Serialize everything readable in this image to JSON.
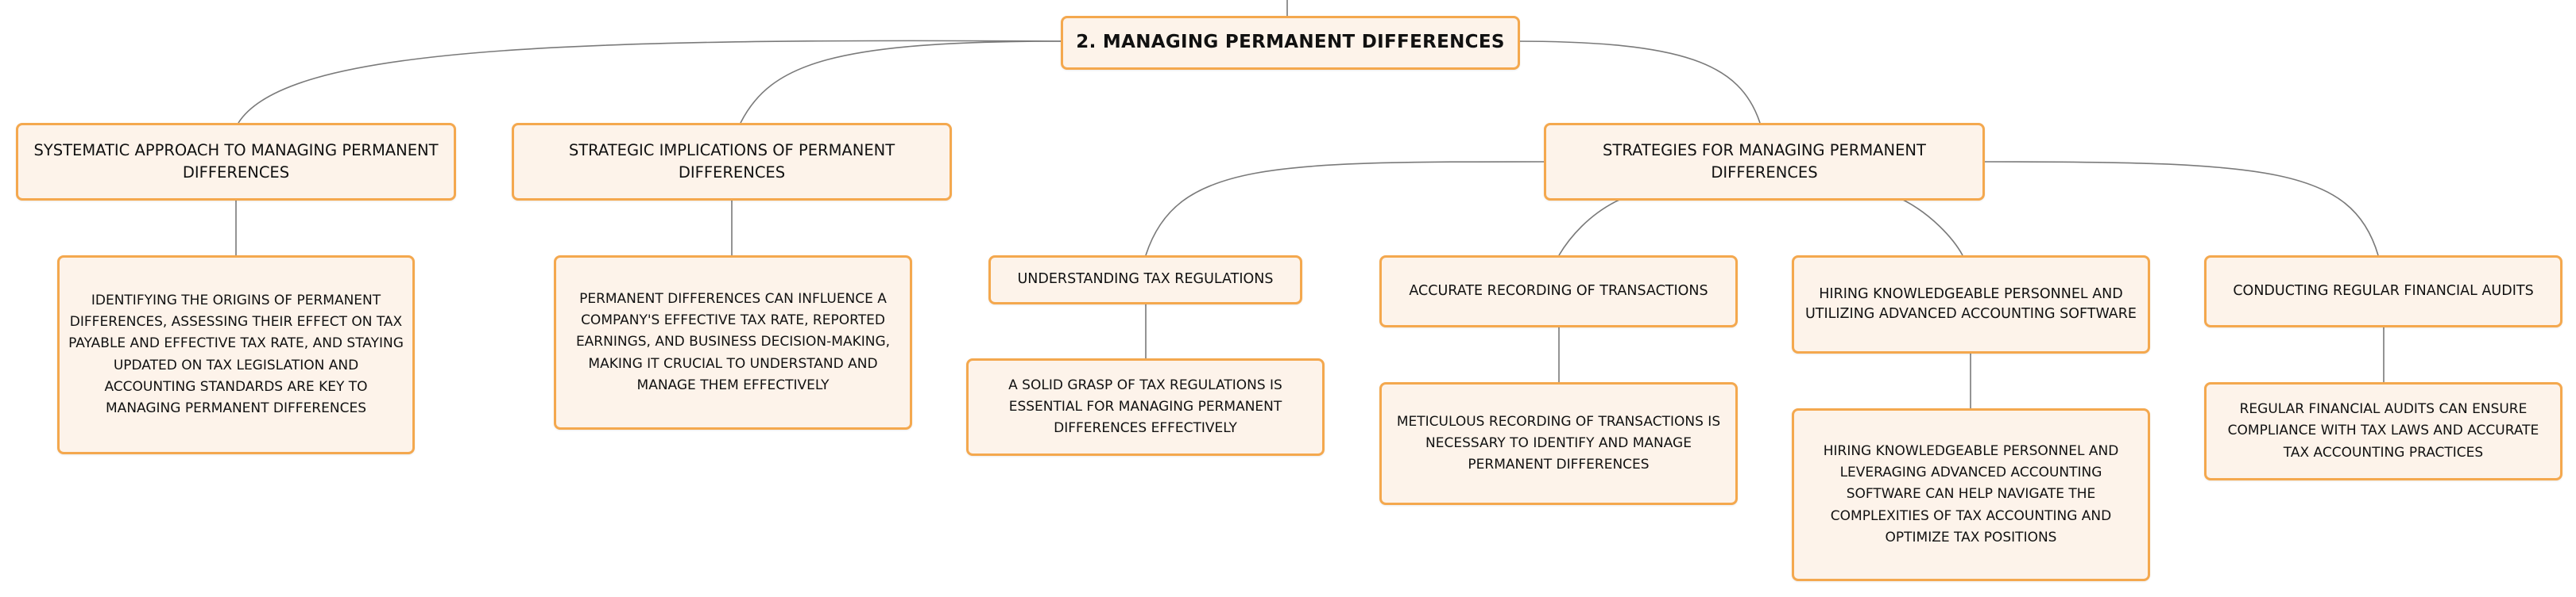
{
  "diagram": {
    "root": {
      "label": "2. MANAGING PERMANENT DIFFERENCES"
    },
    "topics": [
      {
        "label": "SYSTEMATIC APPROACH TO MANAGING PERMANENT DIFFERENCES",
        "detail": "IDENTIFYING THE ORIGINS OF PERMANENT DIFFERENCES, ASSESSING THEIR EFFECT ON TAX PAYABLE AND EFFECTIVE TAX RATE, AND STAYING UPDATED ON TAX LEGISLATION AND ACCOUNTING STANDARDS ARE KEY TO MANAGING PERMANENT DIFFERENCES"
      },
      {
        "label": "STRATEGIC IMPLICATIONS OF PERMANENT DIFFERENCES",
        "detail": "PERMANENT DIFFERENCES CAN INFLUENCE A COMPANY'S EFFECTIVE TAX RATE, REPORTED EARNINGS, AND BUSINESS DECISION-MAKING, MAKING IT CRUCIAL TO UNDERSTAND AND MANAGE THEM EFFECTIVELY"
      },
      {
        "label": "STRATEGIES FOR MANAGING PERMANENT DIFFERENCES",
        "children": [
          {
            "label": "UNDERSTANDING TAX REGULATIONS",
            "detail": "A SOLID GRASP OF TAX REGULATIONS IS ESSENTIAL FOR MANAGING PERMANENT DIFFERENCES EFFECTIVELY"
          },
          {
            "label": "ACCURATE RECORDING OF TRANSACTIONS",
            "detail": "METICULOUS RECORDING OF TRANSACTIONS IS NECESSARY TO IDENTIFY AND MANAGE PERMANENT DIFFERENCES"
          },
          {
            "label": "HIRING KNOWLEDGEABLE PERSONNEL AND UTILIZING ADVANCED ACCOUNTING SOFTWARE",
            "detail": "HIRING KNOWLEDGEABLE PERSONNEL AND LEVERAGING ADVANCED ACCOUNTING SOFTWARE CAN HELP NAVIGATE THE COMPLEXITIES OF TAX ACCOUNTING AND OPTIMIZE TAX POSITIONS"
          },
          {
            "label": "CONDUCTING REGULAR FINANCIAL AUDITS",
            "detail": "REGULAR FINANCIAL AUDITS CAN ENSURE COMPLIANCE WITH TAX LAWS AND ACCURATE TAX ACCOUNTING PRACTICES"
          }
        ]
      }
    ]
  }
}
